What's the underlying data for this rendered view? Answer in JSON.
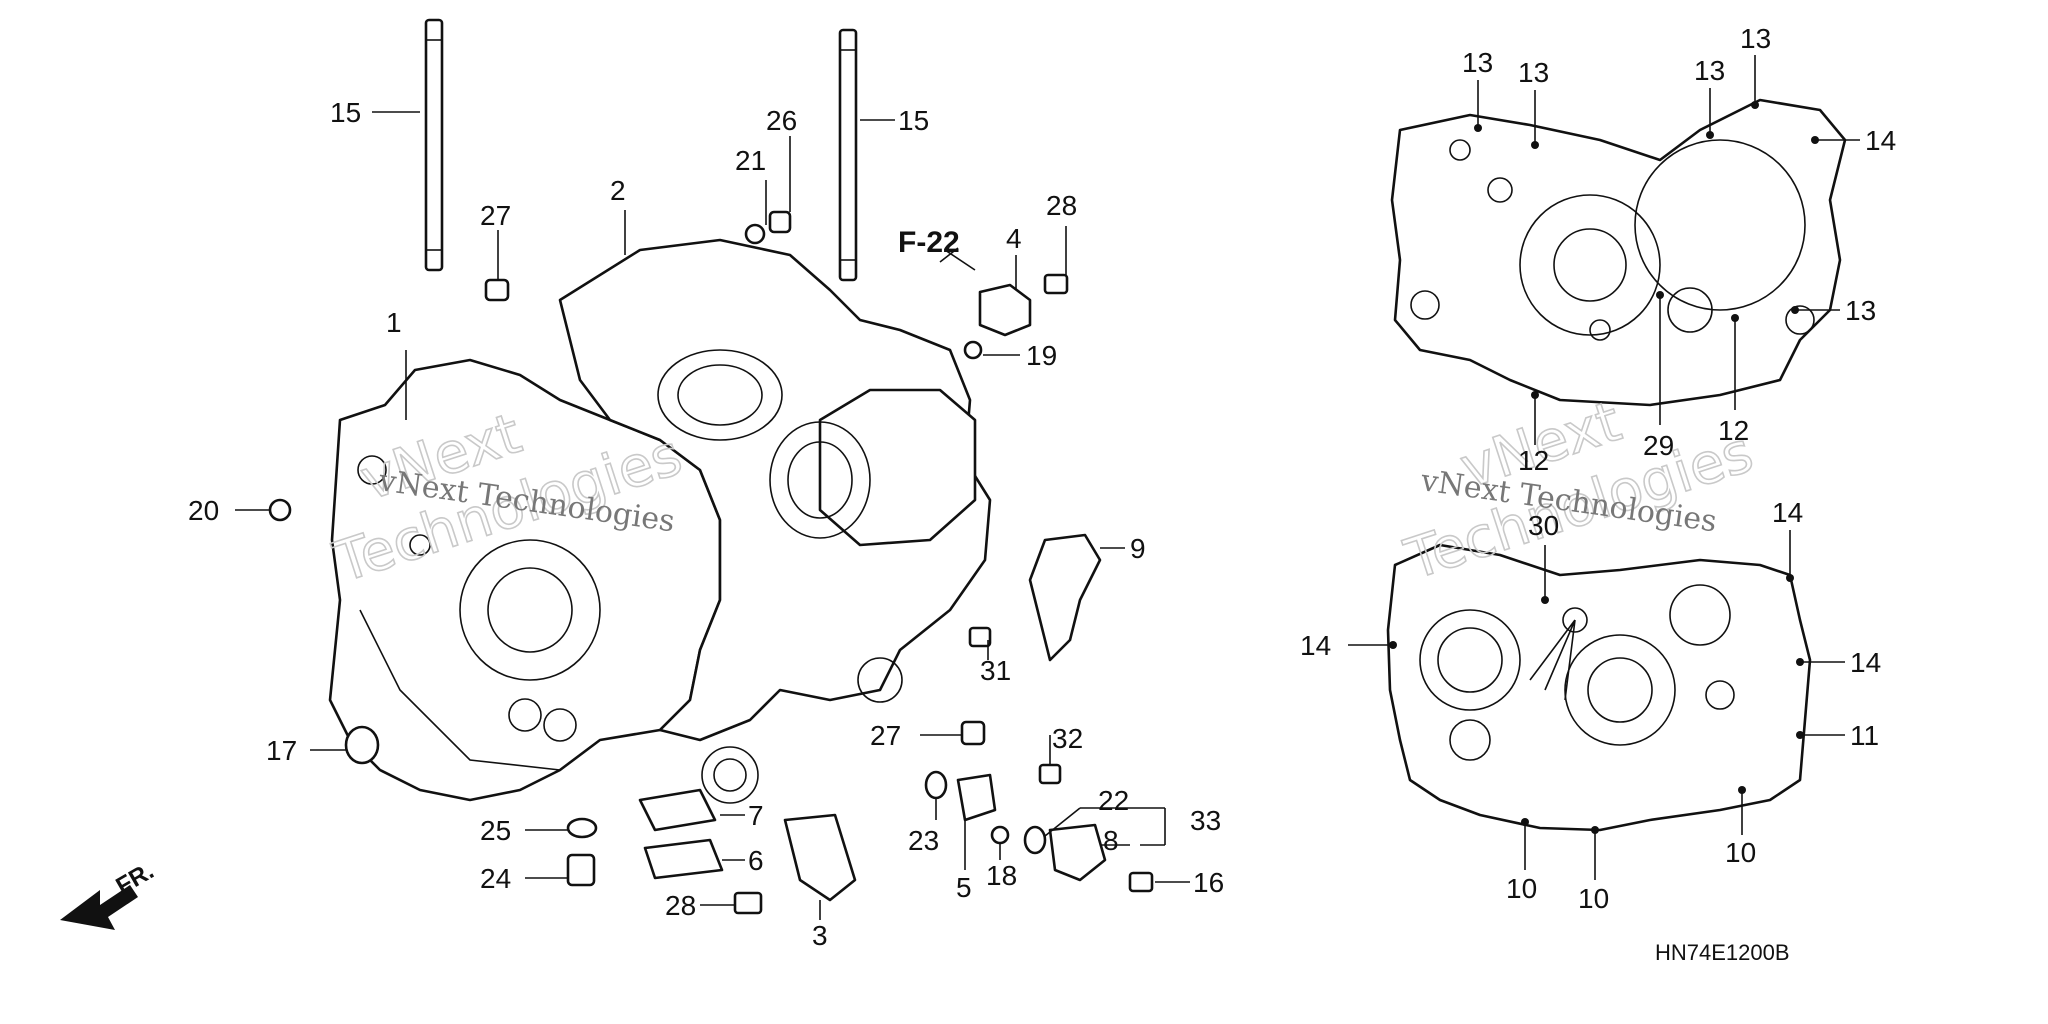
{
  "diagram": {
    "part_code": "HN74E1200B",
    "reference": "F-22",
    "direction_label": "FR.",
    "watermark": {
      "line1": "vNext",
      "line2": "Technologies",
      "caption": "vNext Technologies"
    },
    "callouts": {
      "c1": "1",
      "c2": "2",
      "c3": "3",
      "c4": "4",
      "c5": "5",
      "c6": "6",
      "c7": "7",
      "c8": "8",
      "c9": "9",
      "c10a": "10",
      "c10b": "10",
      "c10c": "10",
      "c11": "11",
      "c12a": "12",
      "c12b": "12",
      "c13a": "13",
      "c13b": "13",
      "c13c": "13",
      "c13d": "13",
      "c13e": "13",
      "c14a": "14",
      "c14b": "14",
      "c14c": "14",
      "c14d": "14",
      "c15a": "15",
      "c15b": "15",
      "c16": "16",
      "c17": "17",
      "c18": "18",
      "c19": "19",
      "c20": "20",
      "c21": "21",
      "c22": "22",
      "c23": "23",
      "c24": "24",
      "c25": "25",
      "c26": "26",
      "c27a": "27",
      "c27b": "27",
      "c28a": "28",
      "c28b": "28",
      "c29": "29",
      "c30": "30",
      "c31": "31",
      "c32": "32",
      "c33": "33"
    }
  }
}
